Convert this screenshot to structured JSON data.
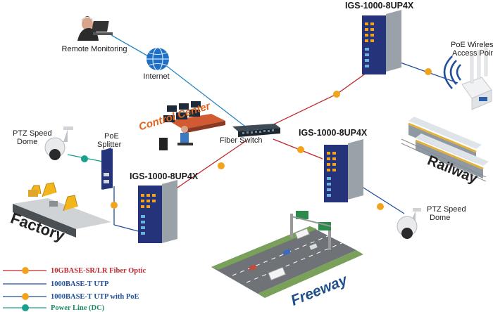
{
  "labels": {
    "remote_monitoring": "Remote Monitoring",
    "internet": "Internet",
    "control_center": "Control Center",
    "fiber_switch": "Fiber Switch",
    "switch_top": "IGS-1000-8UP4X",
    "switch_right": "IGS-1000-8UP4X",
    "switch_left": "IGS-1000-8UP4X",
    "ptz_left_1": "PTZ Speed",
    "ptz_left_2": "Dome",
    "poe_splitter_1": "PoE",
    "poe_splitter_2": "Splitter",
    "poe_ap_1": "PoE Wireless",
    "poe_ap_2": "Access Point",
    "railway": "Railway",
    "ptz_right_1": "PTZ Speed",
    "ptz_right_2": "Dome",
    "factory": "Factory",
    "freeway": "Freeway"
  },
  "legend": [
    {
      "text": "10GBASE-SR/LR Fiber Optic",
      "color": "#c0272d",
      "text_color": "#c0272d",
      "marker": "orange"
    },
    {
      "text": "1000BASE-T UTP",
      "color": "#1f4e9c",
      "text_color": "#1f4e9c",
      "marker": "none"
    },
    {
      "text": "1000BASE-T UTP with PoE",
      "color": "#1f4e9c",
      "text_color": "#1f4e9c",
      "marker": "orange"
    },
    {
      "text": "Power Line (DC)",
      "color": "#1aa08c",
      "text_color": "#1a8a6a",
      "marker": "teal"
    }
  ],
  "colors": {
    "fiber": "#c0272d",
    "utp": "#1f4e9c",
    "internet_link": "#2a86c9",
    "power": "#1aa08c",
    "marker_orange": "#f2a31c",
    "marker_teal": "#1aa08c",
    "switch_blue": "#24337a",
    "switch_grey": "#9aa1a8",
    "control_orange": "#e1641e"
  }
}
